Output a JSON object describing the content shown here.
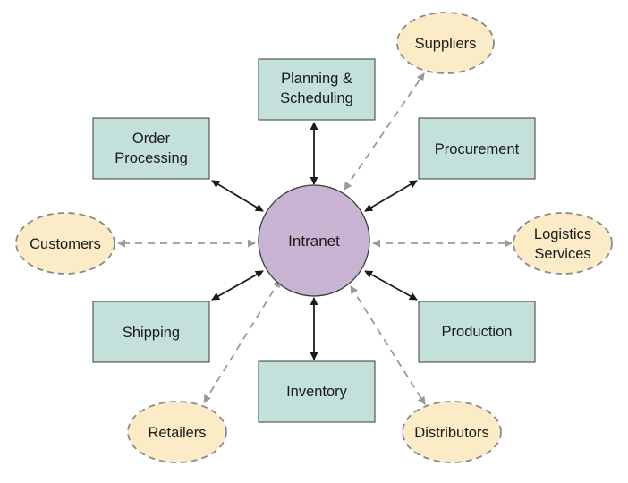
{
  "hub": {
    "label": "Intranet"
  },
  "departments": {
    "planning": [
      "Planning &",
      "Scheduling"
    ],
    "order": [
      "Order",
      "Processing"
    ],
    "procurement": [
      "Procurement"
    ],
    "shipping": [
      "Shipping"
    ],
    "production": [
      "Production"
    ],
    "inventory": [
      "Inventory"
    ]
  },
  "partners": {
    "suppliers": [
      "Suppliers"
    ],
    "customers": [
      "Customers"
    ],
    "logistics": [
      "Logistics",
      "Services"
    ],
    "retailers": [
      "Retailers"
    ],
    "distributors": [
      "Distributors"
    ]
  },
  "colors": {
    "department_fill": "#c4e0da",
    "partner_fill": "#fcebc7",
    "hub_fill": "#c9b3d3",
    "internal_link": "#1a1a1a",
    "external_link": "#9a9a9a"
  }
}
